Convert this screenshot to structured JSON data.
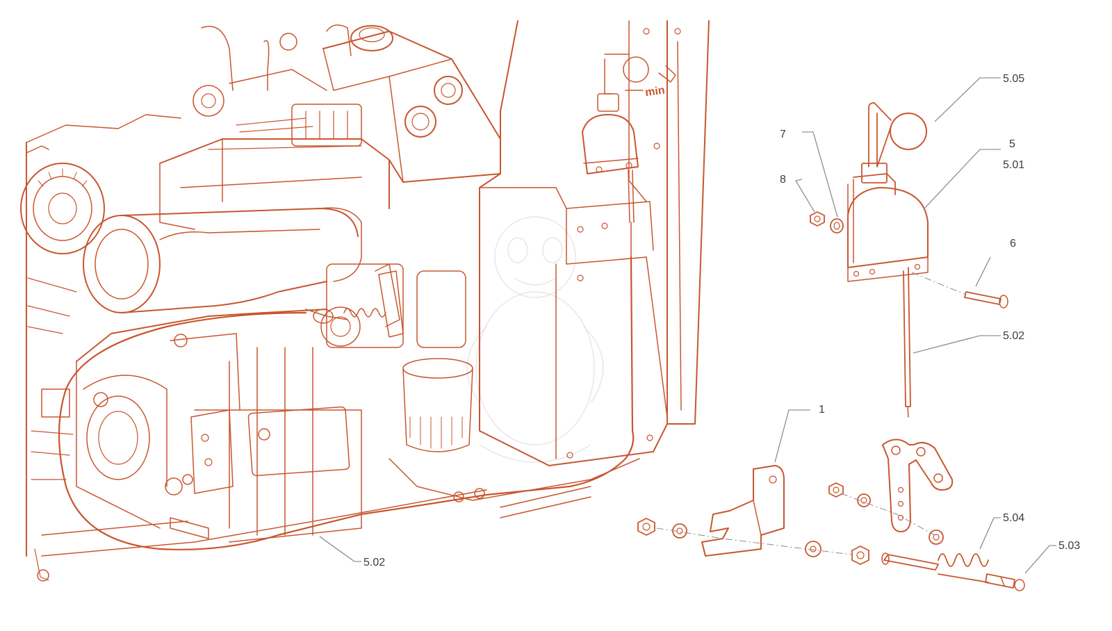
{
  "callouts": {
    "c_5_05": "5.05",
    "c_7": "7",
    "c_8": "8",
    "c_5": "5",
    "c_5_01": "5.01",
    "c_6": "6",
    "c_5_02_right": "5.02",
    "c_1": "1",
    "c_5_04": "5.04",
    "c_5_03": "5.03",
    "c_5_02_bottom": "5.02"
  },
  "label_text": "min",
  "colors": {
    "line_art": "#c8552e",
    "leader_lines": "#7a7a7a",
    "callout_text": "#3c3c3c",
    "background": "#ffffff"
  }
}
